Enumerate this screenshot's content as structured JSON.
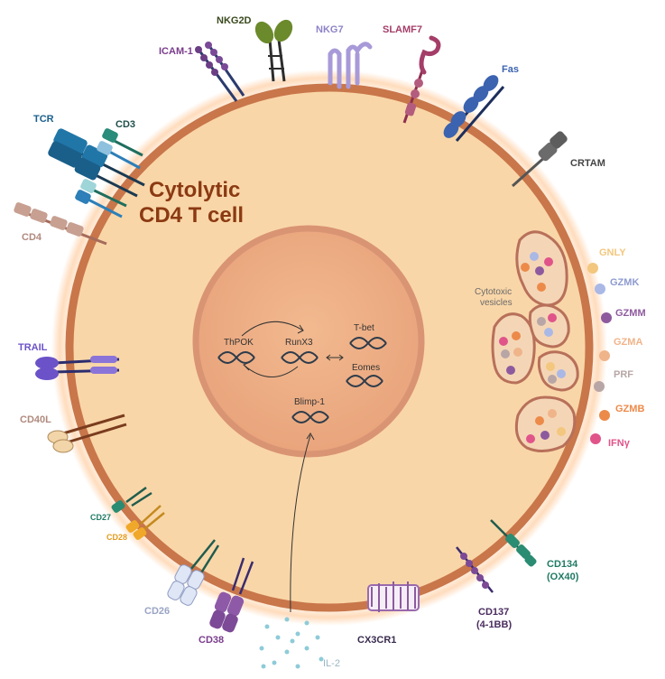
{
  "title": {
    "line1": "Cytolytic",
    "line2": "CD4 T cell"
  },
  "colors": {
    "cell_fill": "#f9d6a8",
    "membrane": "#c8764a",
    "nucleus_fill": "#efae86",
    "nucleus_border": "#d99474",
    "title": "#8b3a12"
  },
  "surface_markers": {
    "tcr": "TCR",
    "cd3": "CD3",
    "cd4": "CD4",
    "icam1": "ICAM-1",
    "nkg2d": "NKG2D",
    "nkg7": "NKG7",
    "slamf7": "SLAMF7",
    "fas": "Fas",
    "crtam": "CRTAM",
    "trail": "TRAIL",
    "cd40l": "CD40L",
    "cd27": "CD27",
    "cd28": "CD28",
    "cd26": "CD26",
    "cd38": "CD38",
    "il2": "IL-2",
    "cx3cr1": "CX3CR1",
    "cd137": {
      "line1": "CD137",
      "line2": "(4-1BB)"
    },
    "cd134": {
      "line1": "CD134",
      "line2": "(OX40)"
    }
  },
  "cytotoxic": {
    "vesicles_label": {
      "line1": "Cytotoxic",
      "line2": "vesicles"
    },
    "molecules": [
      {
        "name": "GNLY",
        "color": "#f3c77d"
      },
      {
        "name": "GZMK",
        "color": "#aab8e6"
      },
      {
        "name": "GZMM",
        "color": "#8e5a9e"
      },
      {
        "name": "GZMA",
        "color": "#f0b48a"
      },
      {
        "name": "PRF",
        "color": "#b8a6a6"
      },
      {
        "name": "GZMB",
        "color": "#ec8a4a"
      },
      {
        "name": "IFNγ",
        "color": "#e0548a"
      }
    ]
  },
  "nucleus": {
    "genes": {
      "thpok": "ThPOK",
      "runx3": "RunX3",
      "tbet": "T-bet",
      "eomes": "Eomes",
      "blimp1": "Blimp-1"
    }
  }
}
